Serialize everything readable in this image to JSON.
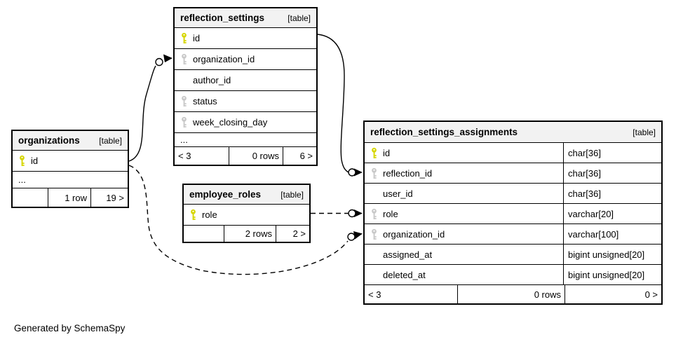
{
  "generated_by": "Generated by SchemaSpy",
  "colors": {
    "primary_key": "#d6d600",
    "foreign_key": "#c9c9c9",
    "line": "#000000",
    "header_bg": "#f2f2f2"
  },
  "tables": {
    "organizations": {
      "name": "organizations",
      "tag": "[table]",
      "columns": [
        {
          "name": "id",
          "key": "primary"
        },
        {
          "name": "...",
          "key": "none"
        }
      ],
      "footer": {
        "left": "",
        "mid": "1 row",
        "right": "19 >"
      }
    },
    "reflection_settings": {
      "name": "reflection_settings",
      "tag": "[table]",
      "columns": [
        {
          "name": "id",
          "key": "primary"
        },
        {
          "name": "organization_id",
          "key": "foreign"
        },
        {
          "name": "author_id",
          "key": "none"
        },
        {
          "name": "status",
          "key": "foreign"
        },
        {
          "name": "week_closing_day",
          "key": "foreign"
        },
        {
          "name": "...",
          "key": "none"
        }
      ],
      "footer": {
        "left": "< 3",
        "mid": "0 rows",
        "right": "6 >"
      }
    },
    "employee_roles": {
      "name": "employee_roles",
      "tag": "[table]",
      "columns": [
        {
          "name": "role",
          "key": "primary"
        }
      ],
      "footer": {
        "left": "",
        "mid": "2 rows",
        "right": "2 >"
      }
    },
    "reflection_settings_assignments": {
      "name": "reflection_settings_assignments",
      "tag": "[table]",
      "columns": [
        {
          "name": "id",
          "key": "primary",
          "type": "char[36]"
        },
        {
          "name": "reflection_id",
          "key": "foreign",
          "type": "char[36]"
        },
        {
          "name": "user_id",
          "key": "none",
          "type": "char[36]"
        },
        {
          "name": "role",
          "key": "foreign",
          "type": "varchar[20]"
        },
        {
          "name": "organization_id",
          "key": "foreign",
          "type": "varchar[100]"
        },
        {
          "name": "assigned_at",
          "key": "none",
          "type": "bigint unsigned[20]"
        },
        {
          "name": "deleted_at",
          "key": "none",
          "type": "bigint unsigned[20]"
        }
      ],
      "footer": {
        "left": "< 3",
        "mid": "0 rows",
        "right": "0 >"
      }
    }
  },
  "relationships": [
    {
      "from": "organizations.id",
      "to": "reflection_settings.organization_id",
      "style": "solid"
    },
    {
      "from": "reflection_settings.id",
      "to": "reflection_settings_assignments.reflection_id",
      "style": "solid"
    },
    {
      "from": "employee_roles.role",
      "to": "reflection_settings_assignments.role",
      "style": "dashed"
    },
    {
      "from": "organizations.id",
      "to": "reflection_settings_assignments.organization_id",
      "style": "dashed"
    }
  ]
}
